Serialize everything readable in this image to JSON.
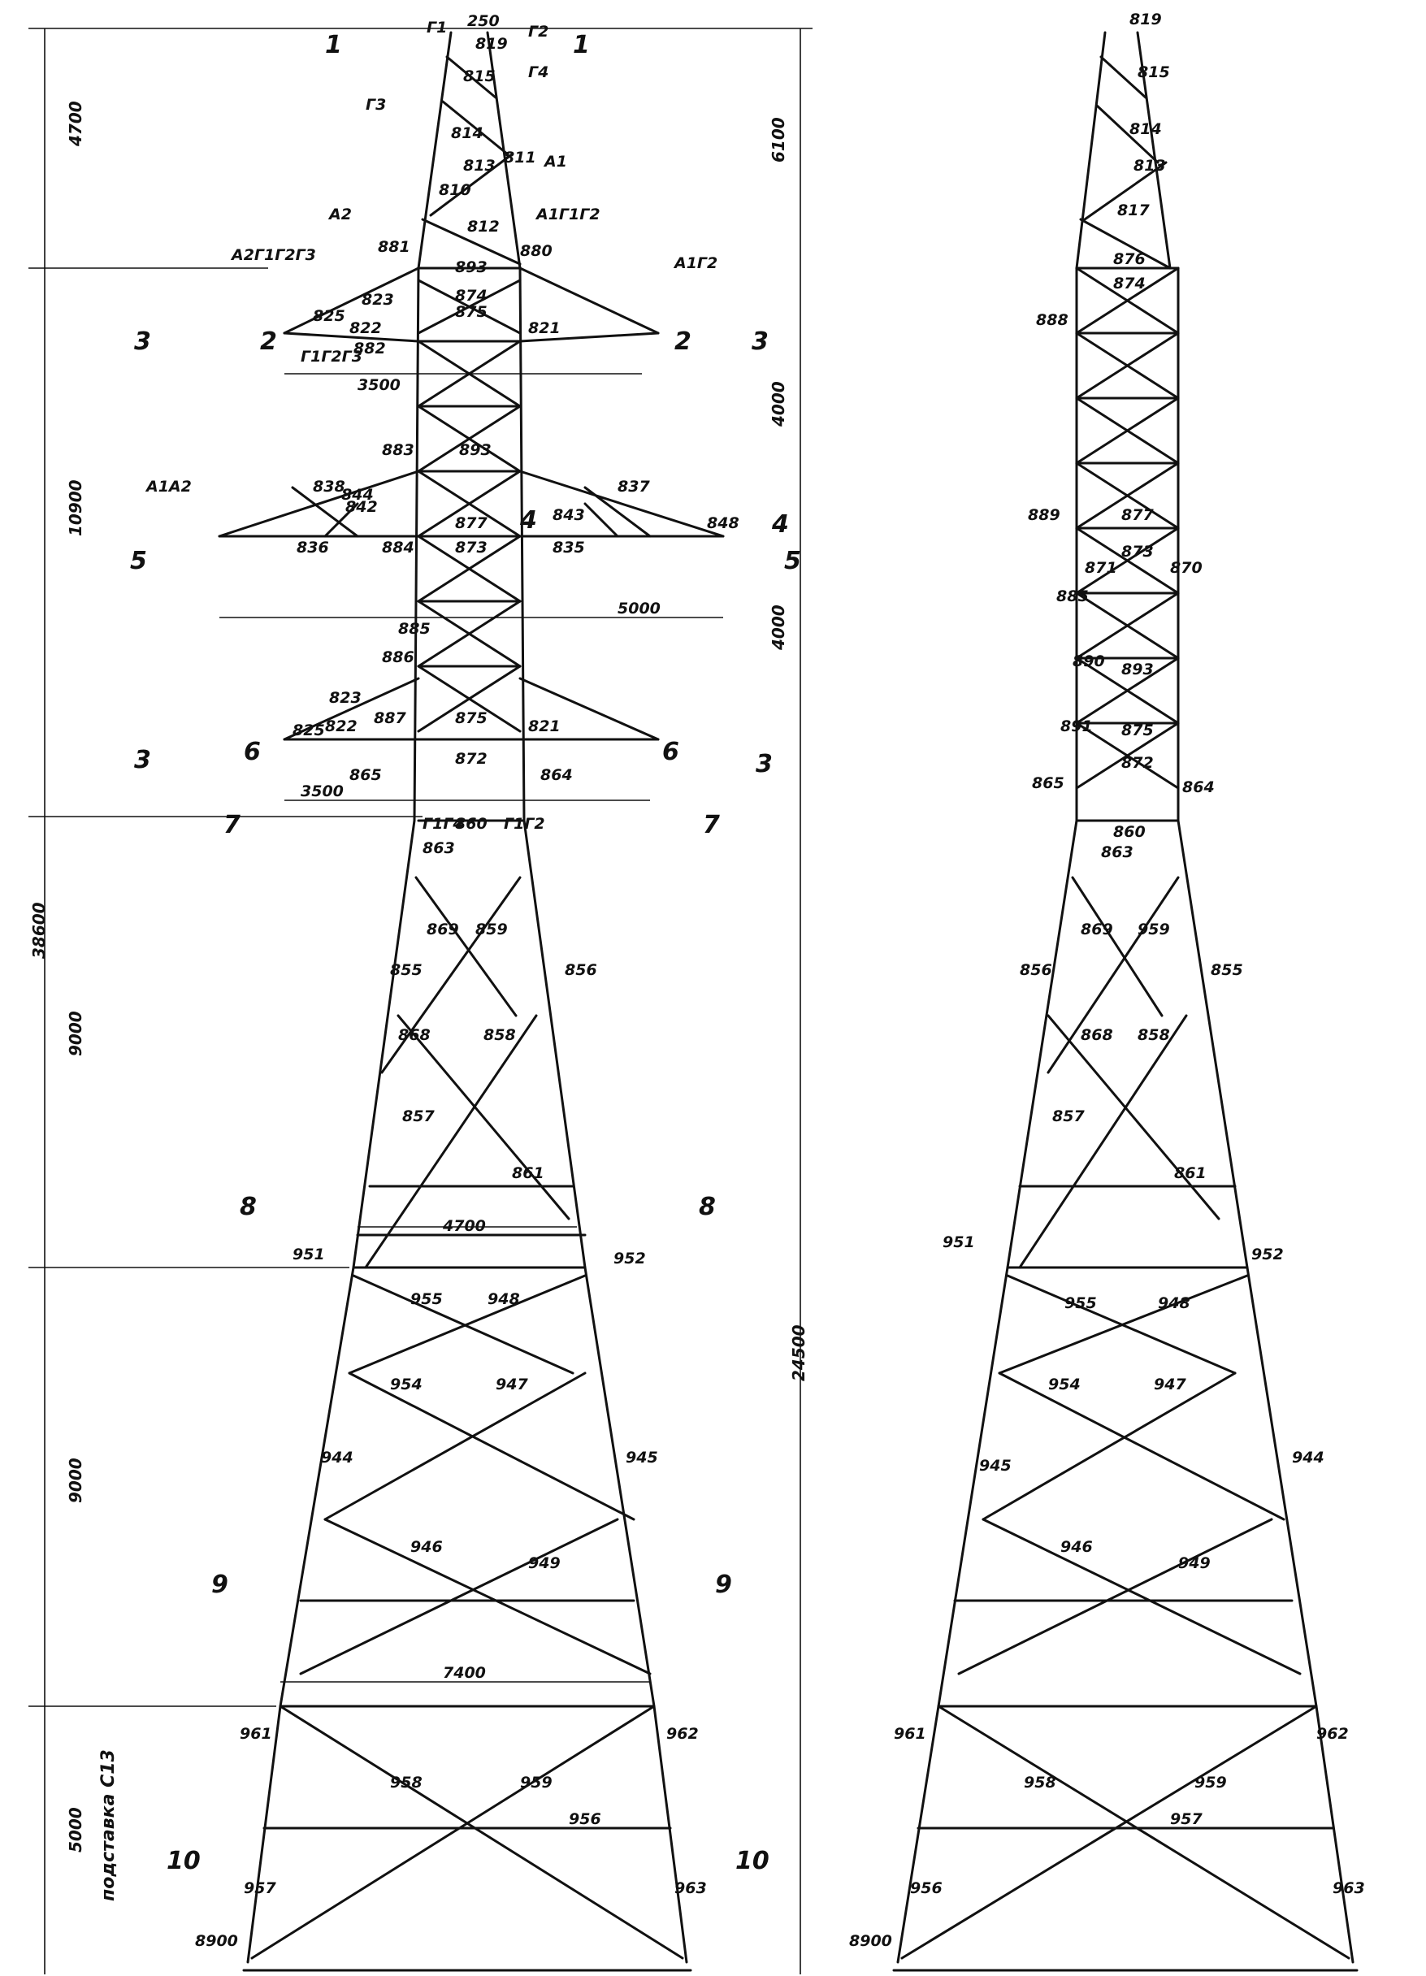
{
  "left_view": {
    "top_width": "250",
    "top_nodes": [
      "819",
      "815",
      "814",
      "813",
      "812",
      "811",
      "810"
    ],
    "upper_arm": [
      "881",
      "880",
      "893",
      "823",
      "825",
      "822",
      "882",
      "875",
      "874",
      "821",
      "3500"
    ],
    "middle_arm": [
      "883",
      "893",
      "838",
      "842",
      "844",
      "843",
      "836",
      "877",
      "873",
      "884",
      "835",
      "837",
      "848",
      "5000"
    ],
    "lower_arm": [
      "885",
      "886",
      "823",
      "825",
      "822",
      "887",
      "875",
      "872",
      "821",
      "865",
      "864",
      "3500"
    ],
    "waist": [
      "860",
      "863",
      "869",
      "859",
      "855",
      "856",
      "868",
      "858",
      "857",
      "861",
      "4700"
    ],
    "body": [
      "951",
      "952",
      "955",
      "948",
      "954",
      "947",
      "944",
      "945",
      "946",
      "949",
      "7400"
    ],
    "base": [
      "961",
      "962",
      "958",
      "959",
      "956",
      "957",
      "963",
      "8900"
    ],
    "dims_vertical": [
      "4700",
      "10900",
      "38600",
      "9000",
      "9000",
      "5000",
      "24500"
    ],
    "base_note": "подставка С13"
  },
  "right_view": {
    "top_width": "819",
    "nodes": [
      "815",
      "814",
      "813",
      "817",
      "876",
      "888",
      "874",
      "889",
      "877",
      "873",
      "870",
      "871",
      "885",
      "890",
      "893",
      "891",
      "875",
      "872",
      "865",
      "864",
      "860",
      "863"
    ],
    "waist": [
      "869",
      "959",
      "856",
      "855",
      "868",
      "858",
      "857",
      "861"
    ],
    "body": [
      "951",
      "952",
      "955",
      "948",
      "954",
      "947",
      "945",
      "944",
      "946",
      "949"
    ],
    "base": [
      "961",
      "962",
      "958",
      "959",
      "957",
      "956",
      "963",
      "8900"
    ],
    "dims_vertical": [
      "6100",
      "4000",
      "4000"
    ]
  },
  "sections": [
    "1",
    "1",
    "2",
    "2",
    "3",
    "3",
    "4",
    "4",
    "5",
    "5",
    "6",
    "6",
    "3",
    "3",
    "7",
    "7",
    "8",
    "8",
    "9",
    "9",
    "10",
    "10"
  ],
  "member_marks": [
    "Г1",
    "Г2",
    "Г3",
    "Г4",
    "А1",
    "А2",
    "А1Г1Г2",
    "А1Г2",
    "А2Г1Г2Г3",
    "Г1Г2Г3",
    "Г1Г4",
    "Г1Г2",
    "А1А2"
  ]
}
